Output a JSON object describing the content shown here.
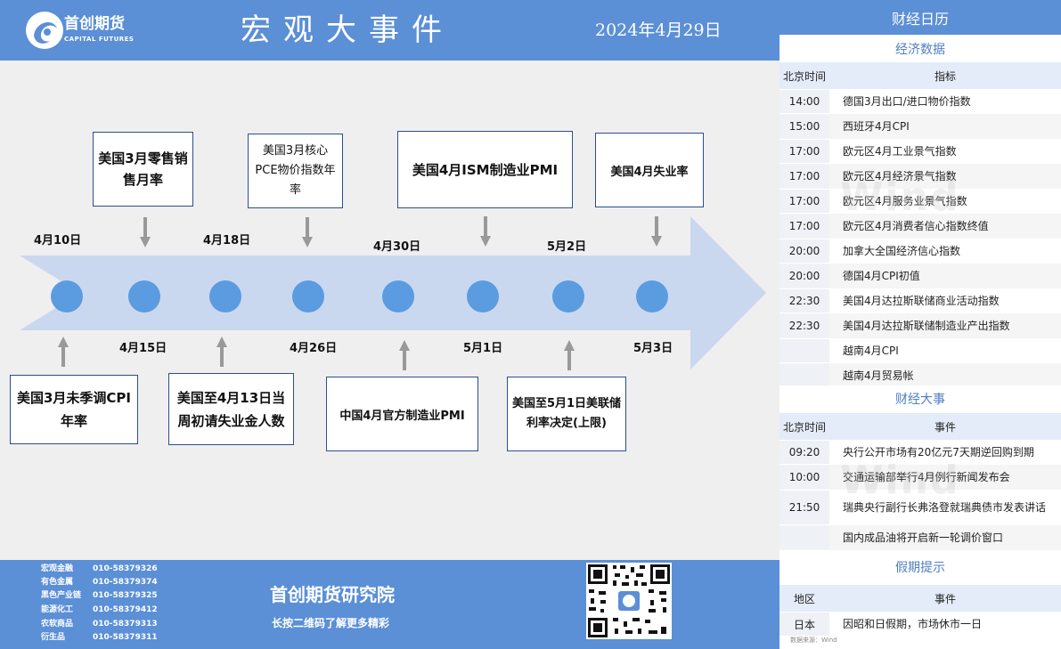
{
  "header": {
    "logo_name": "首创期货",
    "logo_sub": "CAPITAL FUTURES",
    "title": "宏观大事件",
    "date": "2024年4月29日"
  },
  "timeline": {
    "top_dates": [
      "4月10日",
      "4月18日",
      "4月30日",
      "5月2日"
    ],
    "bottom_dates": [
      "4月15日",
      "4月26日",
      "5月1日",
      "5月3日"
    ],
    "top_events": [
      "美国3月零售销售月率",
      "美国3月核心PCE物价指数年率",
      "美国4月ISM制造业PMI",
      "美国4月失业率"
    ],
    "bottom_events": [
      "美国3月未季调CPI年率",
      "美国至4月13日当周初请失业金人数",
      "中国4月官方制造业PMI",
      "美国至5月1日美联储利率决定(上限)"
    ]
  },
  "footer": {
    "contacts": [
      {
        "label": "宏观金融",
        "phone": "010-58379326"
      },
      {
        "label": "有色金属",
        "phone": "010-58379374"
      },
      {
        "label": "黑色产业链",
        "phone": "010-58379325"
      },
      {
        "label": "能源化工",
        "phone": "010-58379412"
      },
      {
        "label": "农软商品",
        "phone": "010-58379313"
      },
      {
        "label": "衍生品",
        "phone": "010-58379311"
      }
    ],
    "institute": "首创期货研究院",
    "tagline": "长按二维码了解更多精彩"
  },
  "calendar": {
    "title": "财经日历",
    "econ": {
      "title": "经济数据",
      "col_time": "北京时间",
      "col_item": "指标",
      "rows": [
        {
          "time": "14:00",
          "item": "德国3月出口/进口物价指数"
        },
        {
          "time": "15:00",
          "item": "西班牙4月CPI"
        },
        {
          "time": "17:00",
          "item": "欧元区4月工业景气指数"
        },
        {
          "time": "17:00",
          "item": "欧元区4月经济景气指数"
        },
        {
          "time": "17:00",
          "item": "欧元区4月服务业景气指数"
        },
        {
          "time": "17:00",
          "item": "欧元区4月消费者信心指数终值"
        },
        {
          "time": "20:00",
          "item": "加拿大全国经济信心指数"
        },
        {
          "time": "20:00",
          "item": "德国4月CPI初值"
        },
        {
          "time": "22:30",
          "item": "美国4月达拉斯联储商业活动指数"
        },
        {
          "time": "22:30",
          "item": "美国4月达拉斯联储制造业产出指数"
        },
        {
          "time": "",
          "item": "越南4月CPI"
        },
        {
          "time": "",
          "item": "越南4月贸易帐"
        }
      ]
    },
    "events": {
      "title": "财经大事",
      "col_time": "北京时间",
      "col_item": "事件",
      "rows": [
        {
          "time": "09:20",
          "item": "央行公开市场有20亿元7天期逆回购到期"
        },
        {
          "time": "10:00",
          "item": "交通运输部举行4月例行新闻发布会"
        },
        {
          "time": "21:50",
          "item": "瑞典央行副行长弗洛登就瑞典债市发表讲话"
        },
        {
          "time": "",
          "item": "国内成品油将开启新一轮调价窗口"
        }
      ]
    },
    "holiday": {
      "title": "假期提示",
      "col_region": "地区",
      "col_item": "事件",
      "rows": [
        {
          "region": "日本",
          "item": "因昭和日假期，市场休市一日"
        }
      ]
    },
    "source": "数据来源：Wind",
    "watermark": "Wind"
  },
  "colors": {
    "header_blue": "#5b8fd6",
    "arrow_blue": "#c9d8ef",
    "circle_blue": "#5b9be0",
    "section_blue": "#4f7ec4"
  }
}
